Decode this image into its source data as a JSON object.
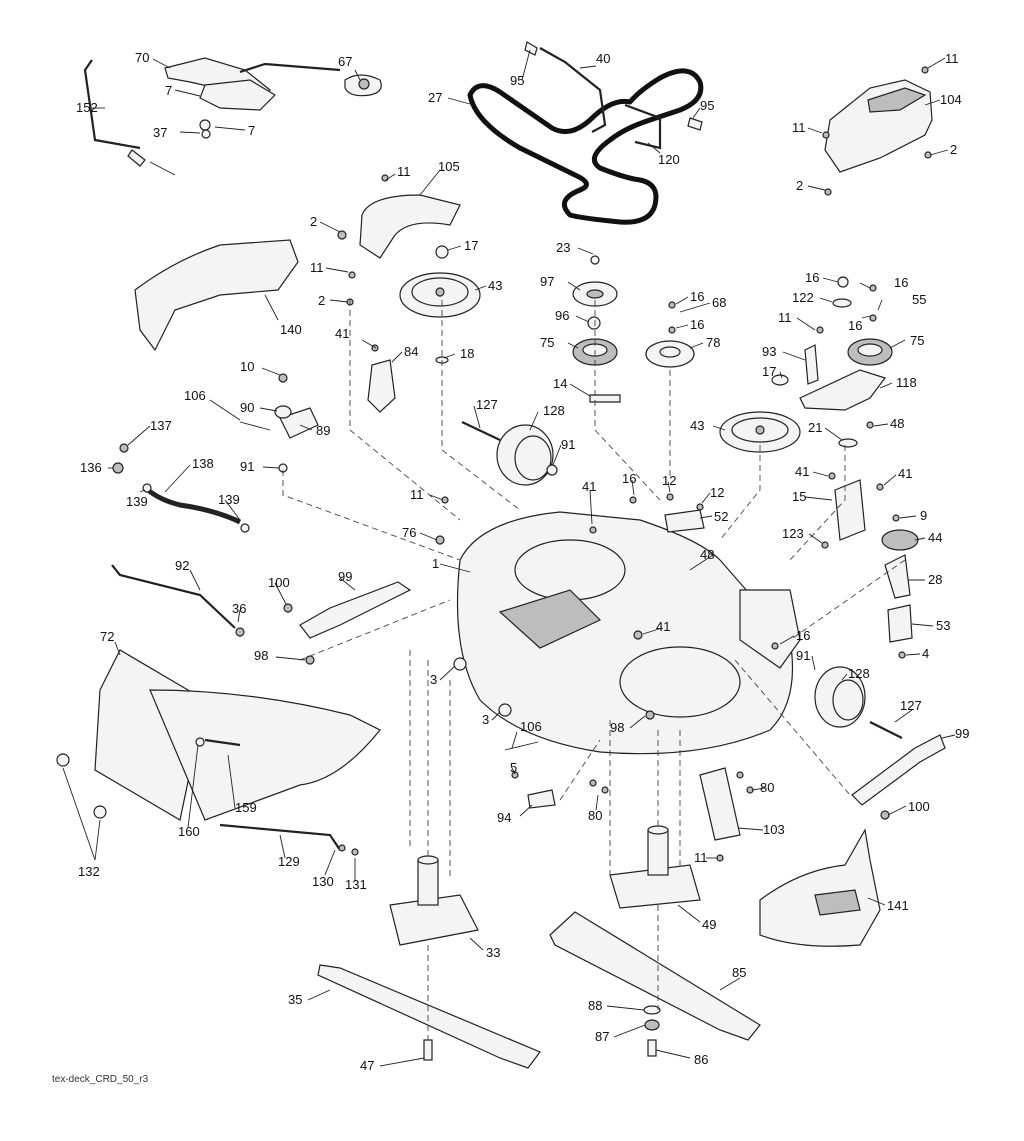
{
  "diagram": {
    "footer_code": "tex-deck_CRD_50_r3",
    "callouts": {
      "c70": "70",
      "c67": "67",
      "c7a": "7",
      "c7b": "7",
      "c152": "152",
      "c37": "37",
      "c95a": "95",
      "c40": "40",
      "c27": "27",
      "c95b": "95",
      "c120": "120",
      "c11a": "11",
      "c104": "104",
      "c11b": "11",
      "c2a": "2",
      "c2b": "2",
      "c11c": "11",
      "c105": "105",
      "c2c": "2",
      "c17a": "17",
      "c11d": "11",
      "c2d": "2",
      "c43a": "43",
      "c140": "140",
      "c23": "23",
      "c97": "97",
      "c96": "96",
      "c75a": "75",
      "c16a": "16",
      "c68": "68",
      "c16b": "16",
      "c78": "78",
      "c16c": "16",
      "c16d": "16",
      "c122": "122",
      "c55": "55",
      "c11e": "11",
      "c16e": "16",
      "c93": "93",
      "c75b": "75",
      "c118": "118",
      "c41a": "41",
      "c84": "84",
      "c18": "18",
      "c10": "10",
      "c106a": "106",
      "c90": "90",
      "c89": "89",
      "c137": "137",
      "c91a": "91",
      "c138": "138",
      "c136": "136",
      "c139a": "139",
      "c139b": "139",
      "c127a": "127",
      "c128a": "128",
      "c91b": "91",
      "c14": "14",
      "c17b": "17",
      "c43b": "43",
      "c48a": "48",
      "c21": "21",
      "c41b": "41",
      "c41c": "41",
      "c15": "15",
      "c16f": "16",
      "c12a": "12",
      "c12b": "12",
      "c52": "52",
      "c41d": "41",
      "c11f": "11",
      "c76": "76",
      "c1": "1",
      "c9": "9",
      "c123": "123",
      "c44": "44",
      "c48b": "48",
      "c28": "28",
      "c92": "92",
      "c36": "36",
      "c100a": "100",
      "c99a": "99",
      "c53": "53",
      "c4": "4",
      "c72": "72",
      "c98a": "98",
      "c41e": "41",
      "c16g": "16",
      "c91c": "91",
      "c128b": "128",
      "c3a": "3",
      "c3b": "3",
      "c106b": "106",
      "c98b": "98",
      "c127b": "127",
      "c99b": "99",
      "c5": "5",
      "c80a": "80",
      "c80b": "80",
      "c94": "94",
      "c100b": "100",
      "c103": "103",
      "c132": "132",
      "c159": "159",
      "c160": "160",
      "c129": "129",
      "c130": "130",
      "c131": "131",
      "c11g": "11",
      "c141": "141",
      "c49": "49",
      "c33": "33",
      "c85": "85",
      "c35": "35",
      "c88": "88",
      "c87": "87",
      "c86": "86",
      "c47": "47"
    }
  }
}
